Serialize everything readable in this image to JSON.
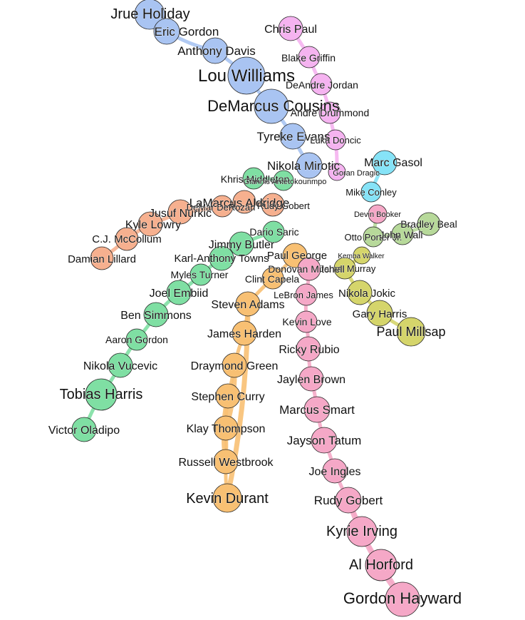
{
  "colors": {
    "blue": "#a9c4f2",
    "violet": "#f5b3f0",
    "cyan": "#86e3f7",
    "salmon": "#f6b08f",
    "green": "#7fdfa3",
    "orange": "#f8c073",
    "pink": "#f5a8c7",
    "olive": "#d5d56b",
    "lightgreen": "#b7d99a"
  },
  "nodes": [
    {
      "id": "Jrue Holiday",
      "group": "blue"
    },
    {
      "id": "Eric Gordon",
      "group": "blue"
    },
    {
      "id": "Anthony Davis",
      "group": "blue"
    },
    {
      "id": "Lou Williams",
      "group": "blue"
    },
    {
      "id": "DeMarcus Cousins",
      "group": "blue"
    },
    {
      "id": "Tyreke Evans",
      "group": "blue"
    },
    {
      "id": "Nikola Mirotic",
      "group": "blue"
    },
    {
      "id": "Chris Paul",
      "group": "violet"
    },
    {
      "id": "Blake Griffin",
      "group": "violet"
    },
    {
      "id": "DeAndre Jordan",
      "group": "violet"
    },
    {
      "id": "Andre Drummond",
      "group": "violet"
    },
    {
      "id": "Luka Doncic",
      "group": "violet"
    },
    {
      "id": "Goran Dragic",
      "group": "violet"
    },
    {
      "id": "Marc Gasol",
      "group": "cyan"
    },
    {
      "id": "Mike Conley",
      "group": "cyan"
    },
    {
      "id": "Khris Middleton",
      "group": "green"
    },
    {
      "id": "Giannis Antetokounmpo",
      "group": "green"
    },
    {
      "id": "LaMarcus Aldridge",
      "group": "salmon"
    },
    {
      "id": "DeMar DeRozan",
      "group": "salmon"
    },
    {
      "id": "Rudy Gobert",
      "group": "salmon"
    },
    {
      "id": "Jusuf Nurkic",
      "group": "salmon"
    },
    {
      "id": "Kyle Lowry",
      "group": "salmon"
    },
    {
      "id": "C.J. McCollum",
      "group": "salmon"
    },
    {
      "id": "Damian Lillard",
      "group": "salmon"
    },
    {
      "id": "Dario Saric",
      "group": "green"
    },
    {
      "id": "Jimmy Butler",
      "group": "green"
    },
    {
      "id": "Karl-Anthony Towns",
      "group": "green"
    },
    {
      "id": "Myles Turner",
      "group": "green"
    },
    {
      "id": "Joel Embiid",
      "group": "green"
    },
    {
      "id": "Ben Simmons",
      "group": "green"
    },
    {
      "id": "Aaron Gordon",
      "group": "green"
    },
    {
      "id": "Nikola Vucevic",
      "group": "green"
    },
    {
      "id": "Tobias Harris",
      "group": "green"
    },
    {
      "id": "Victor Oladipo",
      "group": "green"
    },
    {
      "id": "Paul George",
      "group": "orange"
    },
    {
      "id": "Clint Capela",
      "group": "orange"
    },
    {
      "id": "Steven Adams",
      "group": "orange"
    },
    {
      "id": "James Harden",
      "group": "orange"
    },
    {
      "id": "Draymond Green",
      "group": "orange"
    },
    {
      "id": "Stephen Curry",
      "group": "orange"
    },
    {
      "id": "Klay Thompson",
      "group": "orange"
    },
    {
      "id": "Russell Westbrook",
      "group": "orange"
    },
    {
      "id": "Kevin Durant",
      "group": "orange"
    },
    {
      "id": "Devin Booker",
      "group": "pink"
    },
    {
      "id": "Otto Porter Jr.",
      "group": "lightgreen"
    },
    {
      "id": "John Wall",
      "group": "lightgreen"
    },
    {
      "id": "Bradley Beal",
      "group": "lightgreen"
    },
    {
      "id": "Kemba Walker",
      "group": "olive"
    },
    {
      "id": "Jamal Murray",
      "group": "olive"
    },
    {
      "id": "Nikola Jokic",
      "group": "olive"
    },
    {
      "id": "Gary Harris",
      "group": "olive"
    },
    {
      "id": "Paul Millsap",
      "group": "olive"
    },
    {
      "id": "Donovan Mitchell",
      "group": "pink"
    },
    {
      "id": "LeBron James",
      "group": "pink"
    },
    {
      "id": "Kevin Love",
      "group": "pink"
    },
    {
      "id": "Ricky Rubio",
      "group": "pink"
    },
    {
      "id": "Jaylen Brown",
      "group": "pink"
    },
    {
      "id": "Marcus Smart",
      "group": "pink"
    },
    {
      "id": "Jayson Tatum",
      "group": "pink"
    },
    {
      "id": "Joe Ingles",
      "group": "pink"
    },
    {
      "id": "Rudy Gobert ",
      "group": "pink"
    },
    {
      "id": "Kyrie Irving",
      "group": "pink"
    },
    {
      "id": "Al Horford",
      "group": "pink"
    },
    {
      "id": "Gordon Hayward",
      "group": "pink"
    }
  ],
  "edges": [
    {
      "source": "Jrue Holiday",
      "target": "Eric Gordon",
      "group": "blue"
    },
    {
      "source": "Eric Gordon",
      "target": "Anthony Davis",
      "group": "blue"
    },
    {
      "source": "Anthony Davis",
      "target": "Lou Williams",
      "group": "blue"
    },
    {
      "source": "Lou Williams",
      "target": "DeMarcus Cousins",
      "group": "blue"
    },
    {
      "source": "DeMarcus Cousins",
      "target": "Tyreke Evans",
      "group": "blue"
    },
    {
      "source": "Tyreke Evans",
      "target": "Nikola Mirotic",
      "group": "blue"
    },
    {
      "source": "Chris Paul",
      "target": "Blake Griffin",
      "group": "violet"
    },
    {
      "source": "Blake Griffin",
      "target": "DeAndre Jordan",
      "group": "violet"
    },
    {
      "source": "DeAndre Jordan",
      "target": "Andre Drummond",
      "group": "violet"
    },
    {
      "source": "Andre Drummond",
      "target": "Luka Doncic",
      "group": "violet"
    },
    {
      "source": "Luka Doncic",
      "target": "Goran Dragic",
      "group": "violet"
    },
    {
      "source": "Marc Gasol",
      "target": "Mike Conley",
      "group": "cyan"
    },
    {
      "source": "Khris Middleton",
      "target": "Giannis Antetokounmpo",
      "group": "green"
    },
    {
      "source": "LaMarcus Aldridge",
      "target": "DeMar DeRozan",
      "group": "salmon"
    },
    {
      "source": "DeMar DeRozan",
      "target": "Jusuf Nurkic",
      "group": "salmon"
    },
    {
      "source": "LaMarcus Aldridge",
      "target": "Rudy Gobert",
      "group": "salmon"
    },
    {
      "source": "Jusuf Nurkic",
      "target": "Kyle Lowry",
      "group": "salmon"
    },
    {
      "source": "Kyle Lowry",
      "target": "C.J. McCollum",
      "group": "salmon"
    },
    {
      "source": "C.J. McCollum",
      "target": "Damian Lillard",
      "group": "salmon"
    },
    {
      "source": "Dario Saric",
      "target": "Jimmy Butler",
      "group": "green"
    },
    {
      "source": "Jimmy Butler",
      "target": "Karl-Anthony Towns",
      "group": "green"
    },
    {
      "source": "Karl-Anthony Towns",
      "target": "Myles Turner",
      "group": "green"
    },
    {
      "source": "Myles Turner",
      "target": "Joel Embiid",
      "group": "green"
    },
    {
      "source": "Joel Embiid",
      "target": "Ben Simmons",
      "group": "green"
    },
    {
      "source": "Ben Simmons",
      "target": "Aaron Gordon",
      "group": "green"
    },
    {
      "source": "Aaron Gordon",
      "target": "Nikola Vucevic",
      "group": "green"
    },
    {
      "source": "Nikola Vucevic",
      "target": "Tobias Harris",
      "group": "green"
    },
    {
      "source": "Tobias Harris",
      "target": "Victor Oladipo",
      "group": "green"
    },
    {
      "source": "Paul George",
      "target": "Clint Capela",
      "group": "orange"
    },
    {
      "source": "Clint Capela",
      "target": "Steven Adams",
      "group": "orange"
    },
    {
      "source": "Steven Adams",
      "target": "James Harden",
      "group": "orange"
    },
    {
      "source": "James Harden",
      "target": "Draymond Green",
      "group": "orange"
    },
    {
      "source": "Draymond Green",
      "target": "Stephen Curry",
      "group": "orange"
    },
    {
      "source": "Stephen Curry",
      "target": "Klay Thompson",
      "group": "orange"
    },
    {
      "source": "Klay Thompson",
      "target": "Russell Westbrook",
      "group": "orange"
    },
    {
      "source": "Russell Westbrook",
      "target": "Kevin Durant",
      "group": "orange"
    },
    {
      "source": "Draymond Green",
      "target": "Klay Thompson",
      "group": "orange"
    },
    {
      "source": "Stephen Curry",
      "target": "Russell Westbrook",
      "group": "orange"
    },
    {
      "source": "Steven Adams",
      "target": "Kevin Durant",
      "group": "orange"
    },
    {
      "source": "Devin Booker",
      "target": "Otto Porter Jr.",
      "group": "lightgreen"
    },
    {
      "source": "Otto Porter Jr.",
      "target": "John Wall",
      "group": "lightgreen"
    },
    {
      "source": "John Wall",
      "target": "Bradley Beal",
      "group": "lightgreen"
    },
    {
      "source": "Kemba Walker",
      "target": "Jamal Murray",
      "group": "olive"
    },
    {
      "source": "Jamal Murray",
      "target": "Nikola Jokic",
      "group": "olive"
    },
    {
      "source": "Nikola Jokic",
      "target": "Gary Harris",
      "group": "olive"
    },
    {
      "source": "Gary Harris",
      "target": "Paul Millsap",
      "group": "olive"
    },
    {
      "source": "Donovan Mitchell",
      "target": "LeBron James",
      "group": "pink"
    },
    {
      "source": "LeBron James",
      "target": "Kevin Love",
      "group": "pink"
    },
    {
      "source": "Kevin Love",
      "target": "Ricky Rubio",
      "group": "pink"
    },
    {
      "source": "Ricky Rubio",
      "target": "Jaylen Brown",
      "group": "pink"
    },
    {
      "source": "Jaylen Brown",
      "target": "Marcus Smart",
      "group": "pink"
    },
    {
      "source": "Marcus Smart",
      "target": "Jayson Tatum",
      "group": "pink"
    },
    {
      "source": "Jayson Tatum",
      "target": "Joe Ingles",
      "group": "pink"
    },
    {
      "source": "Joe Ingles",
      "target": "Rudy Gobert ",
      "group": "pink"
    },
    {
      "source": "Rudy Gobert ",
      "target": "Kyrie Irving",
      "group": "pink"
    },
    {
      "source": "Kyrie Irving",
      "target": "Al Horford",
      "group": "pink"
    },
    {
      "source": "Al Horford",
      "target": "Gordon Hayward",
      "group": "pink"
    },
    {
      "source": "Rudy Gobert ",
      "target": "Gordon Hayward",
      "group": "pink"
    }
  ]
}
